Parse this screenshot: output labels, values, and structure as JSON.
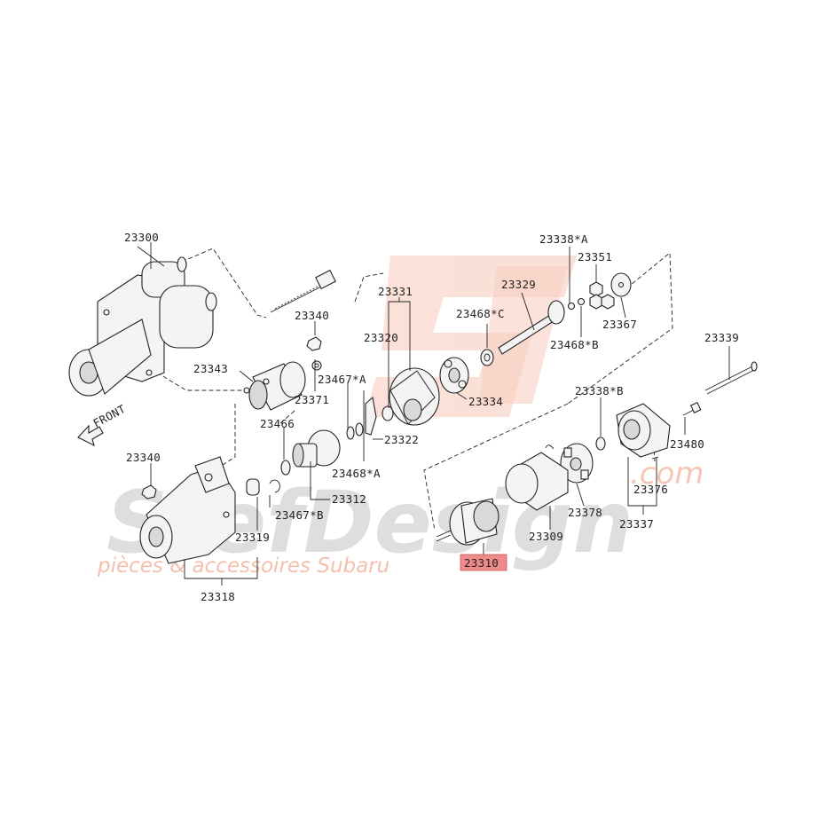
{
  "watermark": {
    "logo_text": "SD",
    "brand_text": "StefDesign",
    "domain_suffix": ".com",
    "tagline": "pièces & accessoires Subaru"
  },
  "direction_label": "FRONT",
  "highlighted_part": "23310",
  "labels": {
    "p23300": "23300",
    "p23340a": "23340",
    "p23343": "23343",
    "p23371": "23371",
    "p23466": "23466",
    "p23340b": "23340",
    "p23319": "23319",
    "p23318": "23318",
    "p23467b": "23467*B",
    "p23312": "23312",
    "p23467a": "23467*A",
    "p23468a": "23468*A",
    "p23322": "23322",
    "p23331": "23331",
    "p23320": "23320",
    "p23334": "23334",
    "p23468c": "23468*C",
    "p23329": "23329",
    "p23338a": "23338*A",
    "p23351": "23351",
    "p23367": "23367",
    "p23468b": "23468*B",
    "p23339": "23339",
    "p23338b": "23338*B",
    "p23480": "23480",
    "p23376": "23376",
    "p23337": "23337",
    "p23378": "23378",
    "p23309": "23309",
    "p23310": "23310"
  },
  "colors": {
    "highlight": "#ef8a8a",
    "watermark_logo": "#f7c9b8",
    "watermark_text": "#d6d6d6",
    "line": "#222222"
  }
}
